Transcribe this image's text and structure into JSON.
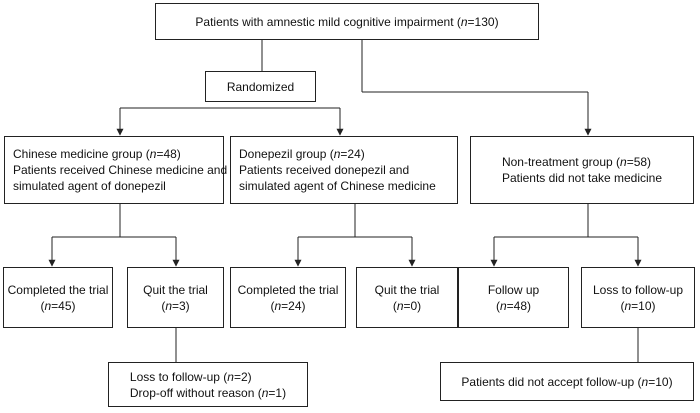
{
  "n_symbol": "n",
  "top": {
    "pre": "Patients with amnestic mild cognitive impairment (",
    "eq": "=130)"
  },
  "randomized": "Randomized",
  "chinese": {
    "title_pre": "Chinese medicine group (",
    "title_eq": "=48)",
    "line2": "Patients received Chinese medicine and",
    "line3": "simulated agent of donepezil"
  },
  "donepezil": {
    "title_pre": "Donepezil group (",
    "title_eq": "=24)",
    "line2": "Patients received donepezil and",
    "line3": "simulated agent of Chinese medicine"
  },
  "nontreat": {
    "title_pre": "Non-treatment group (",
    "title_eq": "=58)",
    "line2": "Patients did not take medicine"
  },
  "chinese_completed": {
    "label": "Completed the trial",
    "pre": "(",
    "eq": "=45)"
  },
  "chinese_quit": {
    "label": "Quit the trial",
    "pre": "(",
    "eq": "=3)"
  },
  "donepezil_completed": {
    "label": "Completed the trial",
    "pre": "(",
    "eq": "=24)"
  },
  "donepezil_quit": {
    "label": "Quit the trial",
    "pre": "(",
    "eq": "=0)"
  },
  "follow_up": {
    "label": "Follow up",
    "pre": "(",
    "eq": "=48)"
  },
  "loss_follow_up": {
    "label": "Loss to follow-up",
    "pre": "(",
    "eq": "=10)"
  },
  "quit_detail": {
    "l1_pre": "Loss to follow-up (",
    "l1_eq": "=2)",
    "l2_pre": "Drop-off without reason (",
    "l2_eq": "=1)"
  },
  "no_accept": {
    "pre": "Patients did not accept follow-up (",
    "eq": "=10)"
  }
}
